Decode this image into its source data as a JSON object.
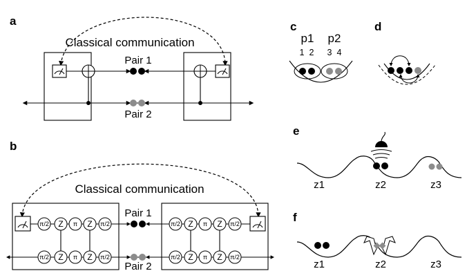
{
  "panels": {
    "a": "a",
    "b": "b",
    "c": "c",
    "d": "d",
    "e": "e",
    "f": "f"
  },
  "panel_a": {
    "comm_label": "Classical communication",
    "pair1_label": "Pair 1",
    "pair2_label": "Pair 2"
  },
  "panel_b": {
    "comm_label": "Classical communication",
    "pair1_label": "Pair 1",
    "pair2_label": "Pair 2",
    "gate_half_pi": "π/2",
    "gate_pi": "π",
    "gate_z": "Z"
  },
  "panel_c": {
    "group1": "p1",
    "group2": "p2",
    "ion1": "1",
    "ion2": "2",
    "ion3": "3",
    "ion4": "4"
  },
  "panel_e": {
    "zone1": "z1",
    "zone2": "z2",
    "zone3": "z3"
  },
  "panel_f": {
    "zone1": "z1",
    "zone2": "z2",
    "zone3": "z3"
  },
  "colors": {
    "black_ion": "#000000",
    "grey_ion": "#8c8c8c",
    "line": "#000000"
  }
}
